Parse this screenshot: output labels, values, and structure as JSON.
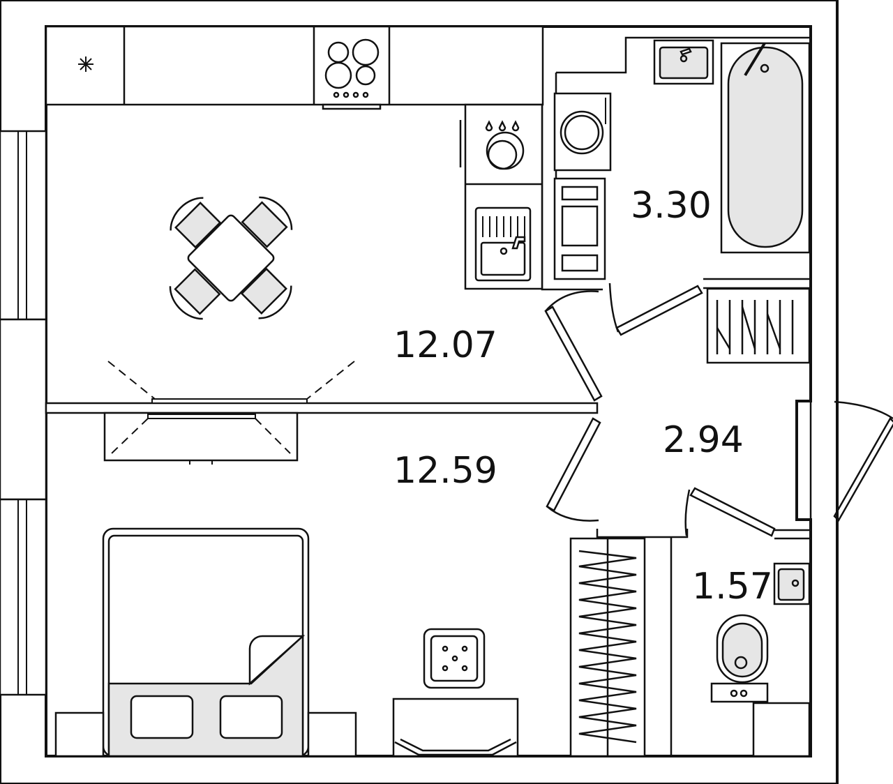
{
  "rooms": [
    {
      "id": "kitchen",
      "area": "12.07"
    },
    {
      "id": "bedroom",
      "area": "12.59"
    },
    {
      "id": "hall",
      "area": "2.94"
    },
    {
      "id": "bathroom",
      "area": "3.30"
    },
    {
      "id": "wc",
      "area": "1.57"
    }
  ],
  "icons": {
    "fridge": "asterisk-icon",
    "hob": "hob-icon",
    "dishwasher": "dishwasher-icon",
    "sink": "sink-icon",
    "washer": "washing-machine-icon",
    "bath": "bathtub-icon",
    "toilet": "toilet-icon"
  },
  "colors": {
    "line": "#111111",
    "fill": "#e6e6e6",
    "background": "#ffffff"
  }
}
